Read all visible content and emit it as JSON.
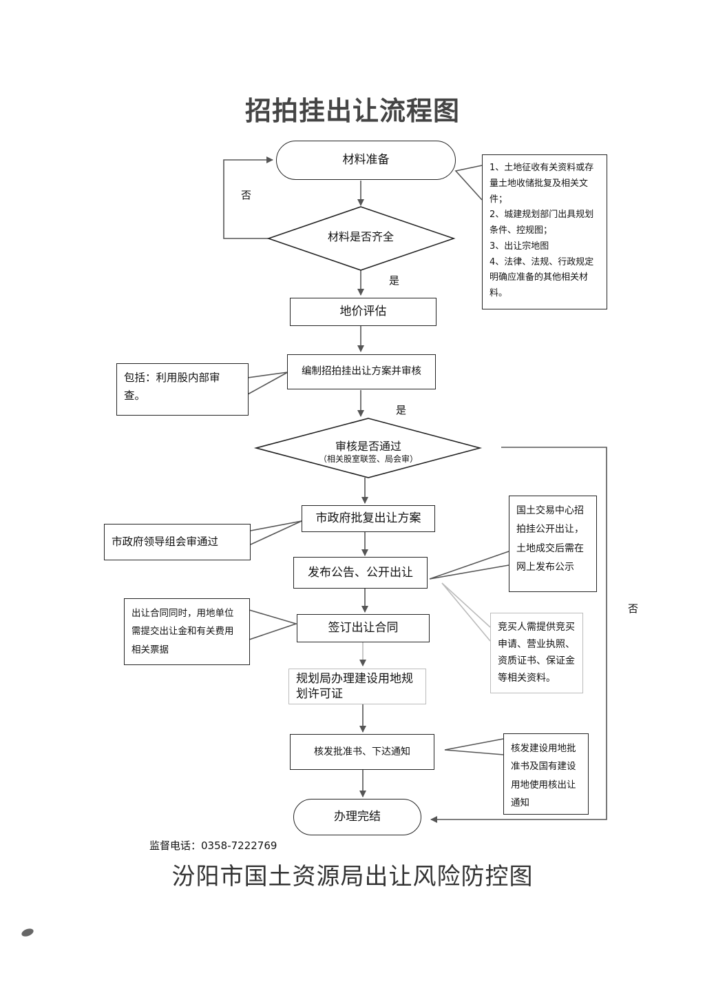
{
  "title": "招拍挂出让流程图",
  "footer_title": "汾阳市国土资源局出让风险防控图",
  "phone": {
    "label": "监督电话：",
    "number": "0358-7222769"
  },
  "nodes": {
    "material_prep": "材料准备",
    "material_complete": "材料是否齐全",
    "land_price_eval": "地价评估",
    "compile_plan": "编制招拍挂出让方案并审核",
    "review_pass": "审核是否通过",
    "review_pass_sub": "（相关股室联签、局会审）",
    "gov_approval": "市政府批复出让方案",
    "announce": "发布公告、公开出让",
    "sign_contract": "签订出让合同",
    "planning_permit": "规划局办理建设用地规划许可证",
    "issue_approval": "核发批准书、下达通知",
    "done": "办理完结"
  },
  "labels": {
    "no_1": "否",
    "yes_1": "是",
    "yes_2": "是",
    "no_2": "否"
  },
  "notes": {
    "materials": [
      "1、土地征收有关资料或存量土地收储批复及相关文件；",
      "2、城建规划部门出具规划条件、控规图；",
      "3、出让宗地图",
      "4、法律、法规、行政规定明确应准备的其他相关材料。"
    ],
    "internal_review": "包括：利用股内部审查。",
    "gov_leader": "市政府领导组会审通过",
    "trading_center": "国土交易中心招拍挂公开出让，土地成交后需在网上发布公示",
    "bidder_docs": "竞买人需提供竞买申请、营业执照、资质证书、保证金等相关资料。",
    "contract_fee": "出让合同同时，用地单位需提交出让金和有关费用相关票据",
    "issue_note": "核发建设用地批准书及国有建设用地使用核出让通知"
  }
}
